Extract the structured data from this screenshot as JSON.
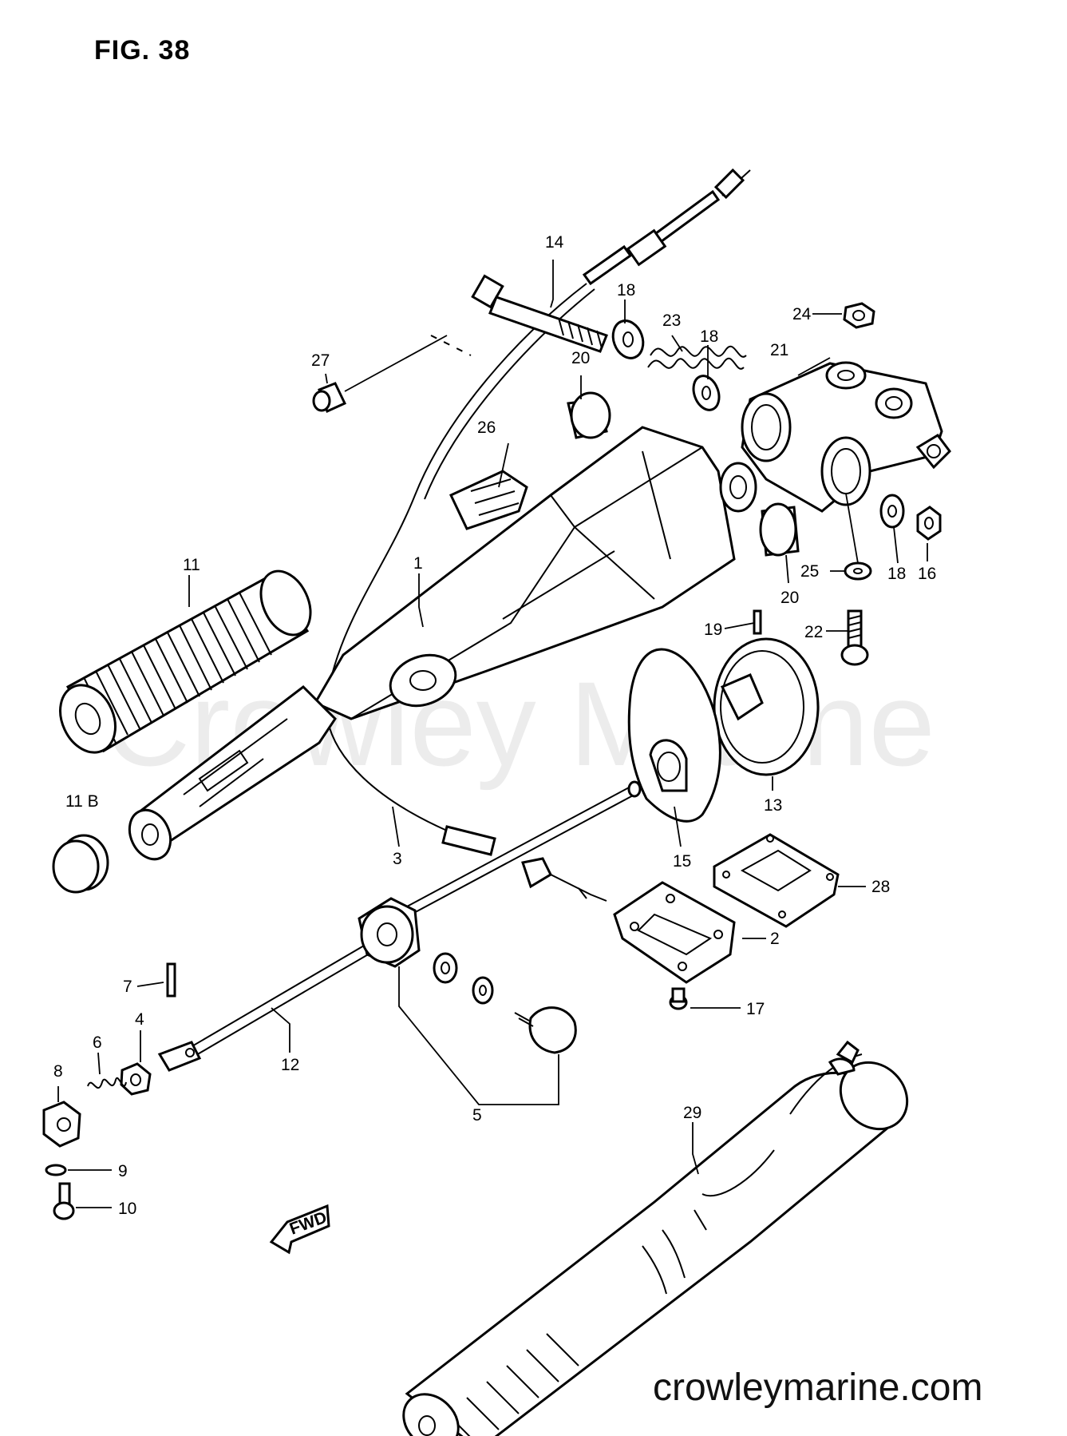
{
  "figure": {
    "title": "FIG. 38"
  },
  "watermark": {
    "text": "Crowley Marine"
  },
  "footer": {
    "url": "crowleymarine.com"
  },
  "arrow": {
    "label": "FWD"
  },
  "callouts": [
    {
      "id": "c1",
      "text": "1"
    },
    {
      "id": "c2",
      "text": "2"
    },
    {
      "id": "c3",
      "text": "3"
    },
    {
      "id": "c4",
      "text": "4"
    },
    {
      "id": "c5",
      "text": "5"
    },
    {
      "id": "c6",
      "text": "6"
    },
    {
      "id": "c7",
      "text": "7"
    },
    {
      "id": "c8",
      "text": "8"
    },
    {
      "id": "c9",
      "text": "9"
    },
    {
      "id": "c10",
      "text": "10"
    },
    {
      "id": "c11",
      "text": "11"
    },
    {
      "id": "c11b",
      "text": "11 B"
    },
    {
      "id": "c12",
      "text": "12"
    },
    {
      "id": "c13",
      "text": "13"
    },
    {
      "id": "c14",
      "text": "14"
    },
    {
      "id": "c15",
      "text": "15"
    },
    {
      "id": "c16",
      "text": "16"
    },
    {
      "id": "c17",
      "text": "17"
    },
    {
      "id": "c18a",
      "text": "18"
    },
    {
      "id": "c18b",
      "text": "18"
    },
    {
      "id": "c18c",
      "text": "18"
    },
    {
      "id": "c19",
      "text": "19"
    },
    {
      "id": "c20a",
      "text": "20"
    },
    {
      "id": "c20b",
      "text": "20"
    },
    {
      "id": "c21",
      "text": "21"
    },
    {
      "id": "c22",
      "text": "22"
    },
    {
      "id": "c23",
      "text": "23"
    },
    {
      "id": "c24",
      "text": "24"
    },
    {
      "id": "c25",
      "text": "25"
    },
    {
      "id": "c26",
      "text": "26"
    },
    {
      "id": "c27",
      "text": "27"
    },
    {
      "id": "c28",
      "text": "28"
    },
    {
      "id": "c29",
      "text": "29"
    }
  ]
}
